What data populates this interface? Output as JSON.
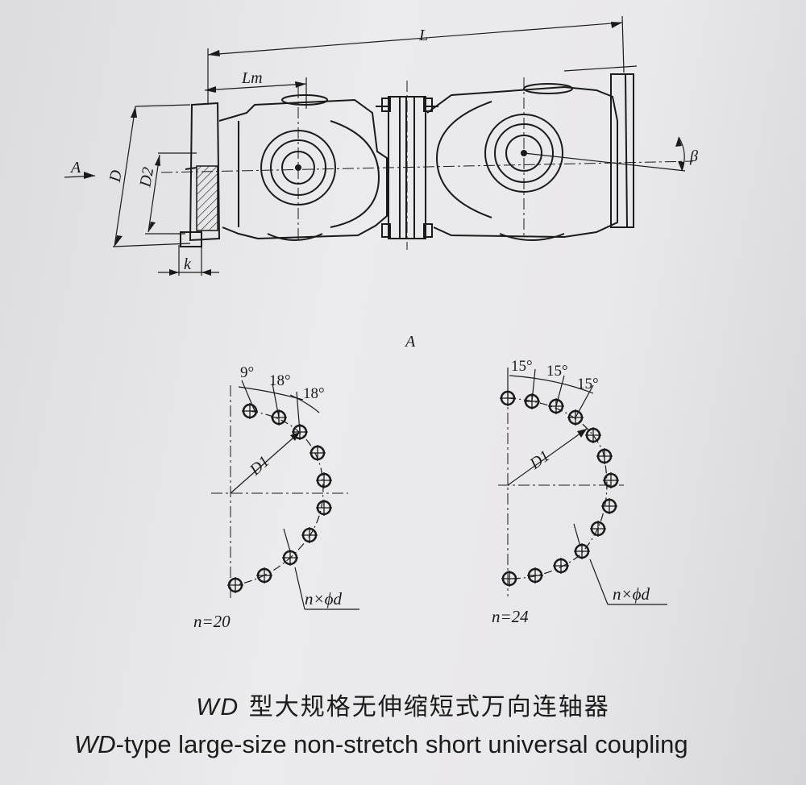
{
  "diagram": {
    "dimension_labels": {
      "L": "L",
      "Lm": "Lm",
      "D": "D",
      "D2": "D2",
      "k": "k",
      "beta": "β",
      "view_arrow": "A"
    },
    "section_label": "A",
    "patterns": [
      {
        "angles": [
          "9°",
          "18°",
          "18°"
        ],
        "radius_label": "D1",
        "hole_label": "n×ϕd",
        "count_label": "n=20"
      },
      {
        "angles": [
          "15°",
          "15°",
          "15°"
        ],
        "radius_label": "D1",
        "hole_label": "n×ϕd",
        "count_label": "n=24"
      }
    ]
  },
  "title": {
    "code": "WD",
    "chinese": "型大规格无伸缩短式万向连轴器",
    "english_code": "WD",
    "english_rest": "-type large-size non-stretch short universal coupling"
  }
}
